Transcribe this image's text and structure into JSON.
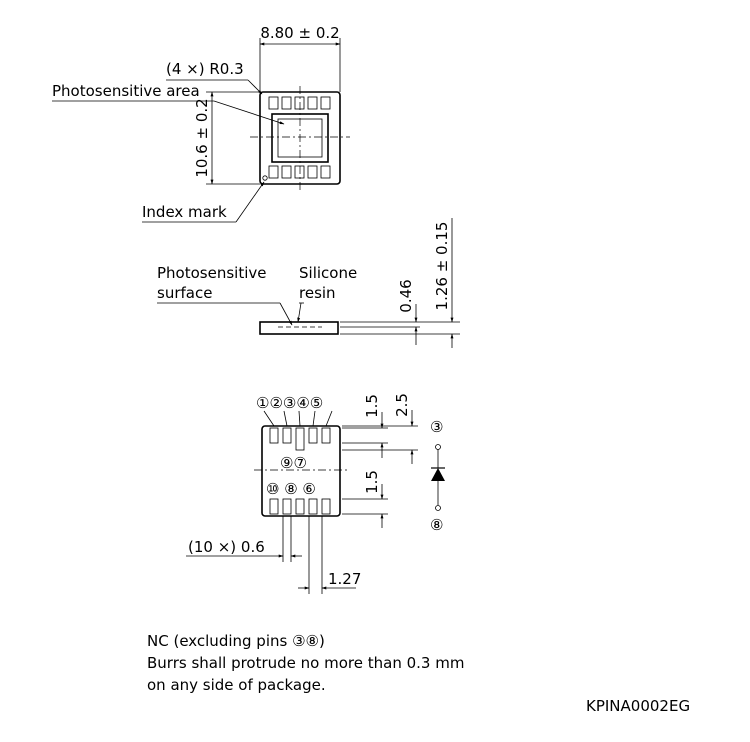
{
  "top_view": {
    "width_dim": "8.80 ± 0.2",
    "height_dim": "10.6 ± 0.2",
    "corner_radius": "(4 ×) R0.3",
    "photosensitive_area": "Photosensitive area",
    "index_mark": "Index mark"
  },
  "side_view": {
    "photosensitive_surface_line1": "Photosensitive",
    "photosensitive_surface_line2": "surface",
    "silicone_resin_line1": "Silicone",
    "silicone_resin_line2": "resin",
    "depth_dim": "0.46",
    "thickness_dim": "1.26 ± 0.15"
  },
  "bottom_view": {
    "pin_labels_top": "①②③④⑤",
    "pin_labels_mid": "⑨⑦",
    "pin_labels_bottom": "⑩ ⑧ ⑥",
    "dim_1_5_top": "1.5",
    "dim_2_5": "2.5",
    "dim_1_5_mid": "1.5",
    "pad_width_dim": "(10 ×) 0.6",
    "pitch_dim": "1.27"
  },
  "schematic": {
    "anode_pin": "③",
    "cathode_pin": "⑧"
  },
  "notes": {
    "line1": "NC (excluding pins ③⑧)",
    "line2": "Burrs shall protrude no more than 0.3 mm",
    "line3": "on any side of package."
  },
  "drawing_code": "KPINA0002EG"
}
